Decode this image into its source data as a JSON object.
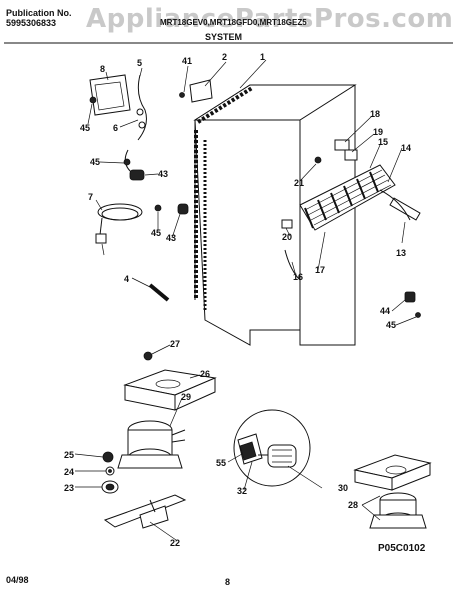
{
  "header": {
    "publication_label": "Publication No.",
    "publication_number": "5995306833",
    "models": "MRT18GEV0,MRT18GFD0,MRT18GEZ5",
    "section": "SYSTEM",
    "watermark": "AppliancePartsPros.com"
  },
  "diagram_code": "P05C0102",
  "footer": {
    "date": "04/98",
    "page": "8"
  },
  "callouts": [
    "1",
    "2",
    "4",
    "5",
    "6",
    "7",
    "8",
    "13",
    "14",
    "15",
    "16",
    "17",
    "18",
    "19",
    "20",
    "21",
    "22",
    "23",
    "24",
    "25",
    "26",
    "27",
    "28",
    "29",
    "30",
    "32",
    "41",
    "43",
    "43",
    "44",
    "45",
    "45",
    "45",
    "45",
    "55"
  ]
}
